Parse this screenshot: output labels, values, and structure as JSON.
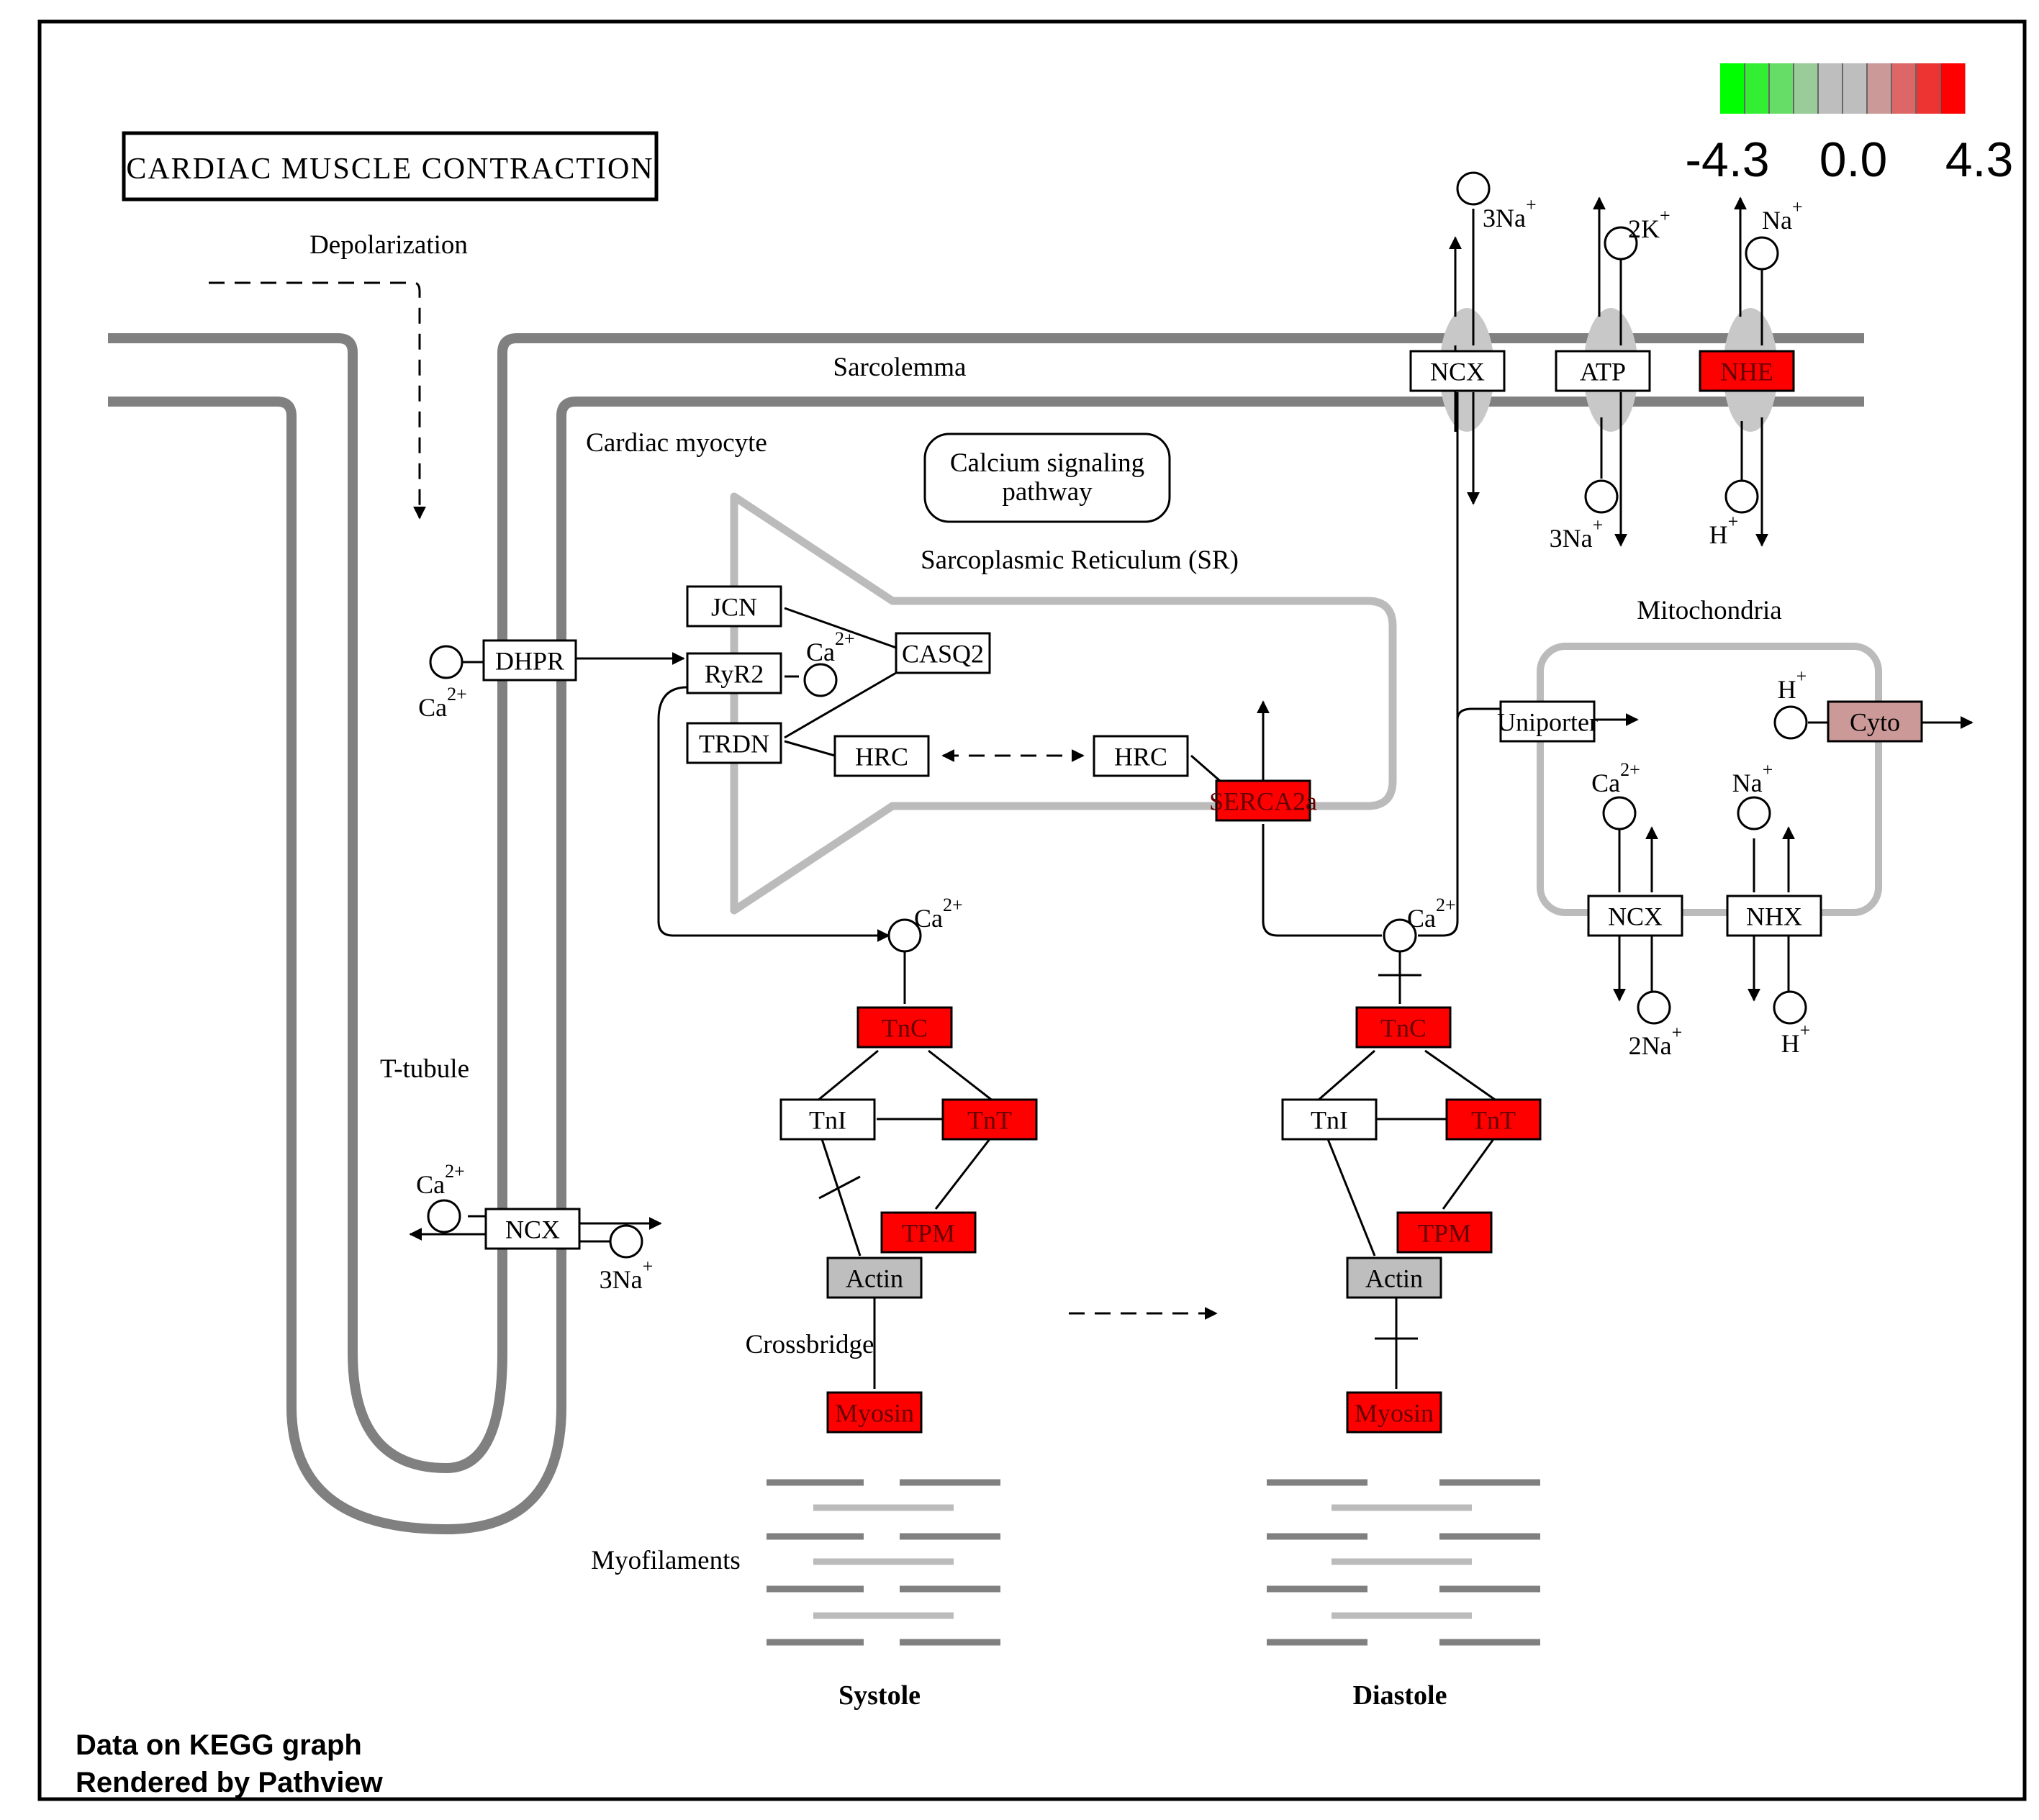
{
  "title": "CARDIAC MUSCLE CONTRACTION",
  "legend": {
    "min_label": "-4.3",
    "mid_label": "0.0",
    "max_label": "4.3",
    "colors": [
      "#00ff00",
      "#33ee33",
      "#66dd66",
      "#99cc99",
      "#bebebe",
      "#bebebe",
      "#cc9999",
      "#dd6666",
      "#ee3333",
      "#ff0000"
    ]
  },
  "labels": {
    "depolarization": "Depolarization",
    "sarcolemma": "Sarcolemma",
    "cardiac_myocyte": "Cardiac myocyte",
    "calcium_line1": "Calcium signaling",
    "calcium_line2": "pathway",
    "sr": "Sarcoplasmic Reticulum (SR)",
    "mitochondria": "Mitochondria",
    "t_tubule": "T-tubule",
    "crossbridge": "Crossbridge",
    "myofilaments": "Myofilaments",
    "systole": "Systole",
    "diastole": "Diastole",
    "footer1": "Data on KEGG graph",
    "footer2": "Rendered by Pathview"
  },
  "genes": {
    "dhpr": "DHPR",
    "jcn": "JCN",
    "ryr2": "RyR2",
    "trdn": "TRDN",
    "casq2": "CASQ2",
    "hrc_a": "HRC",
    "hrc_b": "HRC",
    "serca2a": "SERCA2a",
    "ncx_top": "NCX",
    "atp": "ATP",
    "nhe": "NHE",
    "uniporter": "Uniporter",
    "cyto": "Cyto",
    "ncx_mito": "NCX",
    "nhx": "NHX",
    "ncx_ttubule": "NCX",
    "tnc_s": "TnC",
    "tni_s": "TnI",
    "tnt_s": "TnT",
    "tpm_s": "TPM",
    "actin_s": "Actin",
    "myosin_s": "Myosin",
    "tnc_d": "TnC",
    "tni_d": "TnI",
    "tnt_d": "TnT",
    "tpm_d": "TPM",
    "actin_d": "Actin",
    "myosin_d": "Myosin"
  },
  "compounds": {
    "ca_dhpr": "Ca",
    "ca_dhpr_sup": "2+",
    "ca_ryr": "Ca",
    "ca_ryr_sup": "2+",
    "na3_top": "3Na",
    "na3_top_sup": "+",
    "k2_top": "2K",
    "k2_top_sup": "+",
    "na_top": "Na",
    "na_top_sup": "+",
    "na3_bot": "3Na",
    "na3_bot_sup": "+",
    "h_bot": "H",
    "h_bot_sup": "+",
    "h_mito": "H",
    "h_mito_sup": "+",
    "ca_mito": "Ca",
    "ca_mito_sup": "2+",
    "na_mito": "Na",
    "na_mito_sup": "+",
    "na2_mito": "2Na",
    "na2_mito_sup": "+",
    "h_mito2": "H",
    "h_mito2_sup": "+",
    "ca_ttub": "Ca",
    "ca_ttub_sup": "2+",
    "na3_ttub": "3Na",
    "na3_ttub_sup": "+",
    "ca_sys": "Ca",
    "ca_sys_sup": "2+",
    "ca_dia": "Ca",
    "ca_dia_sup": "2+"
  },
  "colors": {
    "red": "#ff0000",
    "gray": "#bebebe",
    "cyto": "#cc9999",
    "white": "#ffffff",
    "membrane": "#808080",
    "sr_outline": "#bbbbbb"
  }
}
